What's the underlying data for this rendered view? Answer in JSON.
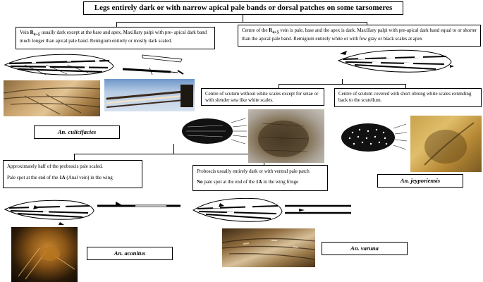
{
  "title": "Legs entirely dark or with narrow apical pale bands or dorsal patches on some tarsomeres",
  "left_branch": {
    "prefix": "Vein ",
    "vein": "R",
    "vein_sub": "4+5",
    "text": " usually dark except at the base and apex. Maxillary palpi with pre- apical dark band much longer than apical pale band. Remigium entirely or mostly dark scaled."
  },
  "right_branch": {
    "prefix": "Centre of the ",
    "vein": "R",
    "vein_sub": "4+5",
    "text": " vein is pale, base and the apex is dark. Maxillary palpi with pre-apical dark band equal to or shorter than the apical pale band. Remigium entirely white or with few gray or black scales at apex"
  },
  "scutum_left": "Centre of scutum without white scales except for setae or with slender seta like white scales.",
  "scutum_right": "Centre of scutum covered with short oblong white scales extending back to the scutellum.",
  "proboscis_left": {
    "line1": "Approximately half of the proboscis pale scaled.",
    "line2_a": "Pale spot at the end of the ",
    "line2_b": "1A",
    "line2_c": " (Anal vein) in the wing"
  },
  "proboscis_right": {
    "line1": "Proboscis usually entirely dark or with ventral pale patch",
    "line2_a": "No",
    "line2_b": " pale spot at the end of the ",
    "line2_c": "1A",
    "line2_d": " in the wing fringe"
  },
  "species": {
    "culicifacies": "An. culicifacies",
    "jeyporiensis": "An. jeyporiensis",
    "aconitus": "An. aconitus",
    "varuna": "An. varuna"
  }
}
